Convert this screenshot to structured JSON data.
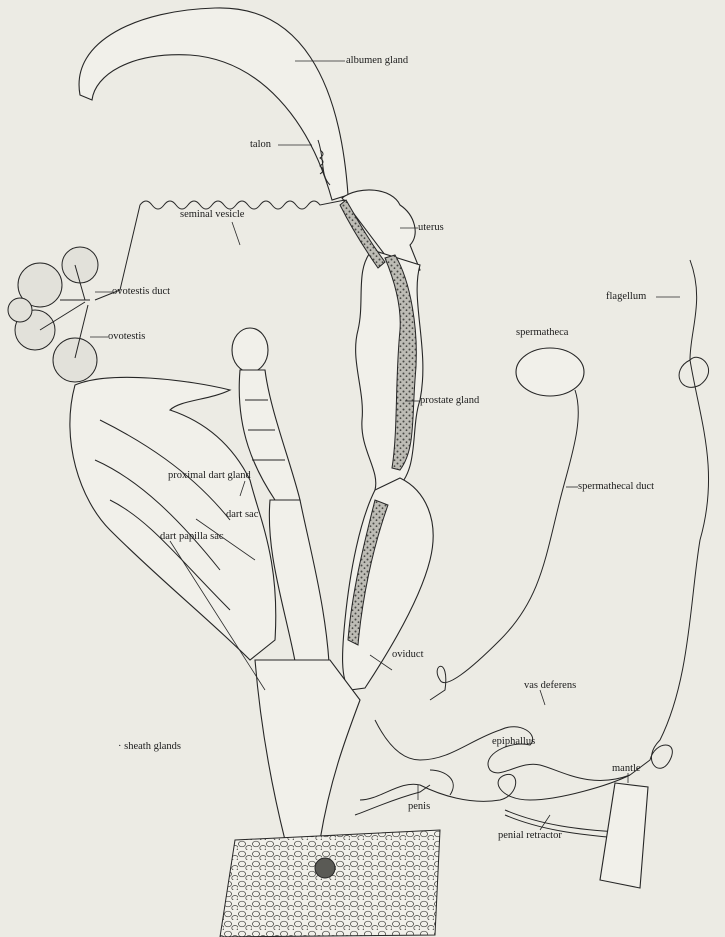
{
  "labels": {
    "albumen_gland": "albumen gland",
    "talon": "talon",
    "seminal_vesicle": "seminal vesicle",
    "uterus": "uterus",
    "ovotestis_duct": "ovotestis duct",
    "ovotestis": "ovotestis",
    "flagellum": "flagellum",
    "spermatheca": "spermatheca",
    "prostate_gland": "prostate gland",
    "proximal_dart_gland": "proximal dart gland",
    "spermathecal_duct": "spermathecal duct",
    "dart_sac": "dart sac",
    "dart_papilla_sac": "dart papilla sac",
    "oviduct": "oviduct",
    "vas_deferens": "vas deferens",
    "sheath_glands": "· sheath glands",
    "epiphallus": "epiphallus",
    "mantle": "mantle",
    "penis": "penis",
    "penial_retractor": "penial retractor"
  },
  "colors": {
    "background": "#ecebe4",
    "ink": "#262626",
    "stipple": "#5a5a55"
  }
}
